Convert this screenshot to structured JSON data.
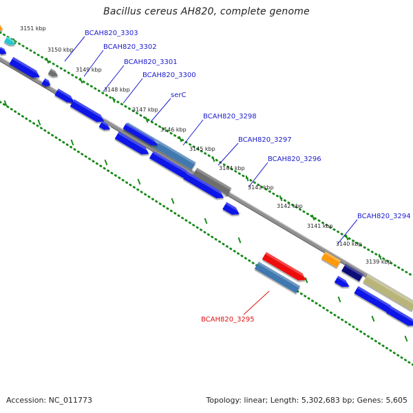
{
  "title": "Bacillus cereus AH820, complete genome",
  "footer": {
    "accession": "Accession: NC_011773",
    "summary": "Topology: linear; Length: 5,302,683 bp; Genes: 5,605"
  },
  "ticks": [
    "3151 kbp",
    "3150 kbp",
    "3149 kbp",
    "3148 kbp",
    "3147 kbp",
    "3146 kbp",
    "3145 kbp",
    "3144 kbp",
    "3143 kbp",
    "3142 kbp",
    "3141 kbp",
    "3140 kbp",
    "3139 kbp"
  ],
  "genes": [
    "BCAH820_3303",
    "BCAH820_3302",
    "BCAH820_3301",
    "BCAH820_3300",
    "serC",
    "BCAH820_3298",
    "BCAH820_3297",
    "BCAH820_3296",
    "BCAH820_3295",
    "BCAH820_3294"
  ],
  "colors": {
    "gene_blue": "#0a14e6",
    "label_blue": "#1a1acc",
    "label_red": "#dd1111",
    "dots": "#1a8a1a",
    "backbone": "#909090",
    "steel": "#3f78b0",
    "gray": "#6e6e6e",
    "cyan": "#26c6d0",
    "orange": "#ff9a10",
    "red": "#ee1010",
    "navy": "#0a0a7a",
    "khaki": "#b9b47a"
  }
}
